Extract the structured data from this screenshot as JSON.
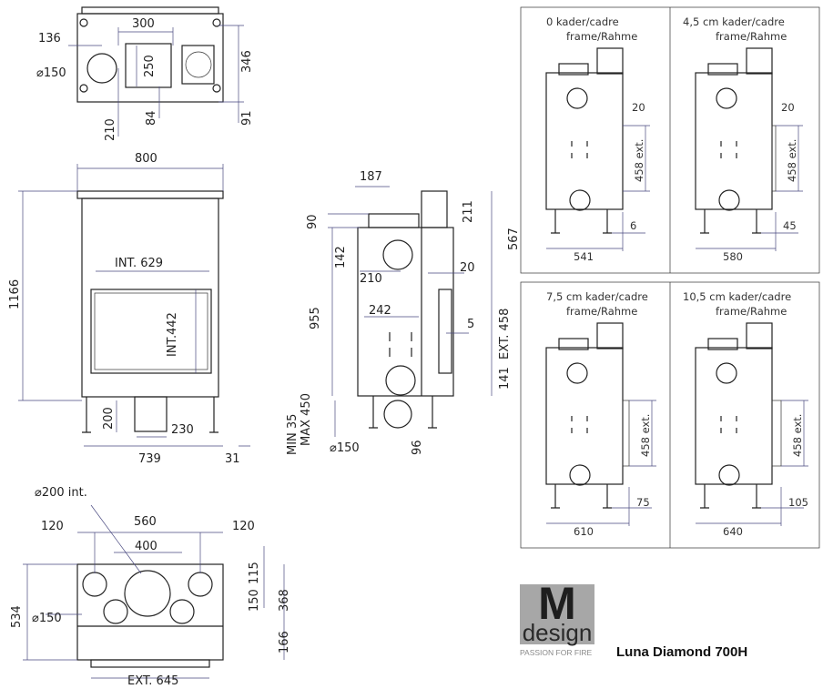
{
  "top_view": {
    "w300": "300",
    "w136": "136",
    "dia150": "⌀150",
    "h250": "250",
    "h346": "346",
    "h210": "210",
    "h84": "84",
    "h91": "91"
  },
  "front_view": {
    "w800": "800",
    "h1166": "1166",
    "int629": "INT. 629",
    "int442": "INT.442",
    "h200": "200",
    "w230": "230",
    "w739": "739",
    "w31": "31"
  },
  "side_view": {
    "w187": "187",
    "h90": "90",
    "h211": "211",
    "h567": "567",
    "h142": "142",
    "w210": "210",
    "w20": "20",
    "h955": "955",
    "w242": "242",
    "w5": "5",
    "ext458": "EXT. 458",
    "h141": "141",
    "min": "MIN 35",
    "max": "MAX 450",
    "dia150": "⌀150",
    "h96": "96"
  },
  "bottom_view": {
    "dia200": "⌀200 int.",
    "l120": "120",
    "w560": "560",
    "r120": "120",
    "w400": "400",
    "h534": "534",
    "dia150": "⌀150",
    "h115": "115",
    "h368": "368",
    "h150": "150",
    "h166": "166",
    "ext645": "EXT. 645"
  },
  "frame_panels": [
    {
      "title1": "0  kader/cadre",
      "title2": "frame/Rahme",
      "gap": "20",
      "ext": "458 ext.",
      "offset": "6",
      "width": "541"
    },
    {
      "title1": "4,5 cm  kader/cadre",
      "title2": "frame/Rahme",
      "gap": "20",
      "ext": "458 ext.",
      "offset": "45",
      "width": "580"
    },
    {
      "title1": "7,5 cm kader/cadre",
      "title2": "frame/Rahme",
      "ext": "458 ext.",
      "offset": "75",
      "width": "610"
    },
    {
      "title1": "10,5 cm kader/cadre",
      "title2": "frame/Rahme",
      "ext": "458 ext.",
      "offset": "105",
      "width": "640"
    }
  ],
  "brand": {
    "logo_letter": "M",
    "logo_word": "design",
    "tagline": "PASSION FOR FIRE",
    "product": "Luna Diamond 700H",
    "logo_color": "#a7a7a7"
  }
}
